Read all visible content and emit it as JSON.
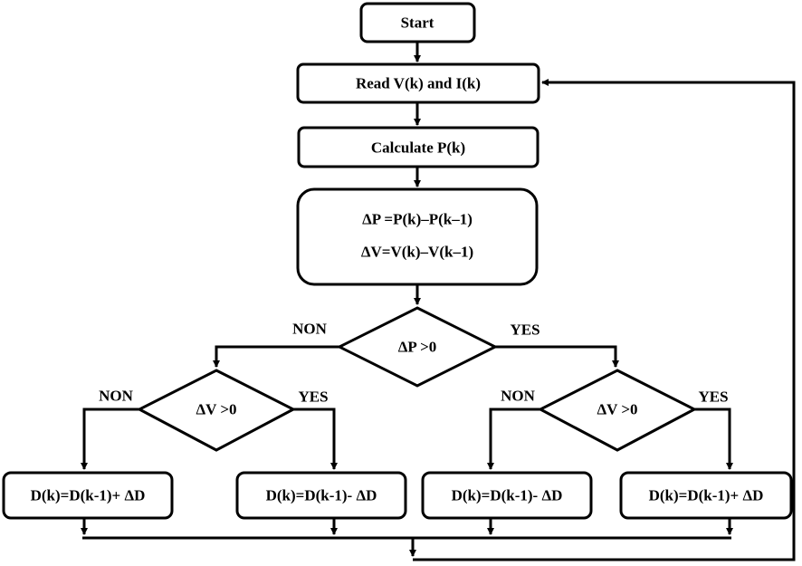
{
  "nodes": {
    "start": "Start",
    "read": "Read V(k) and I(k)",
    "calc": "Calculate P(k)",
    "delta_p": "ΔP =P(k)–P(k–1)",
    "delta_v": "ΔV=V(k)–V(k–1)",
    "dec_dp": "ΔP >0",
    "dec_dv_left": "ΔV >0",
    "dec_dv_right": "ΔV >0",
    "out1": "D(k)=D(k-1)+ ΔD",
    "out2": "D(k)=D(k-1)- ΔD",
    "out3": "D(k)=D(k-1)- ΔD",
    "out4": "D(k)=D(k-1)+ ΔD"
  },
  "labels": {
    "dp_no": "NON",
    "dp_yes": "YES",
    "dvl_no": "NON",
    "dvl_yes": "YES",
    "dvr_no": "NON",
    "dvr_yes": "YES"
  }
}
